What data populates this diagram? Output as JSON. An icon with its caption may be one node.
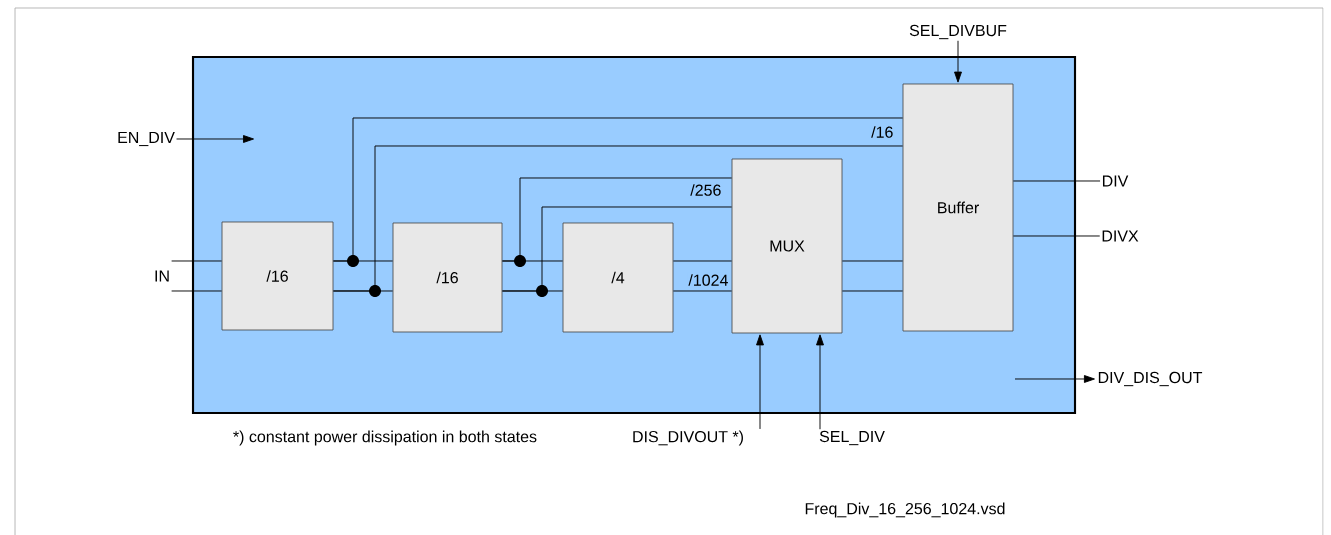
{
  "diagram": {
    "nodes": [
      {
        "text": [],
        "shape": "box"
      },
      {
        "text": [
          "/16"
        ],
        "in": 0
      },
      {
        "text": [
          "/16"
        ],
        "in": 0
      },
      {
        "text": [
          "/4"
        ],
        "in": 0
      },
      {
        "text": [
          "MUX"
        ],
        "in": 0
      },
      {
        "text": [
          "Buffer"
        ],
        "in": 0
      },
      {
        "text": [
          "IN"
        ]
      },
      {
        "text": [
          "EN_DIV"
        ]
      },
      {
        "text": [
          "SEL_DIVBUF"
        ]
      },
      {
        "text": [
          "DIV"
        ]
      },
      {
        "text": [
          "DIVX"
        ]
      },
      {
        "text": [
          "DIV_DIS_OUT"
        ]
      },
      {
        "text": [
          "DIS_DIVOUT *)"
        ]
      },
      {
        "text": [
          "SEL_DIV"
        ]
      }
    ],
    "edges": [
      {
        "from": 6,
        "to": 1,
        "arrow": "none"
      },
      {
        "from": 6,
        "to": 1,
        "arrow": "none"
      },
      {
        "from": 1,
        "to": 2,
        "arrow": "none"
      },
      {
        "from": 1,
        "to": 2,
        "arrow": "none"
      },
      {
        "from": 1,
        "to": 5,
        "arrow": "none"
      },
      {
        "from": 1,
        "to": 5,
        "arrow": "none",
        "label": "/16"
      },
      {
        "from": 2,
        "to": 3,
        "arrow": "none"
      },
      {
        "from": 2,
        "to": 3,
        "arrow": "none"
      },
      {
        "from": 2,
        "to": 4,
        "arrow": "none"
      },
      {
        "from": 2,
        "to": 4,
        "arrow": "none",
        "label": "/256"
      },
      {
        "from": 3,
        "to": 4,
        "arrow": "none"
      },
      {
        "from": 3,
        "to": 4,
        "arrow": "none",
        "label": "/1024"
      },
      {
        "from": 4,
        "to": 5,
        "arrow": "none"
      },
      {
        "from": 4,
        "to": 5,
        "arrow": "none"
      },
      {
        "from": 5,
        "to": 9,
        "arrow": "none"
      },
      {
        "from": 5,
        "to": 10,
        "arrow": "none"
      },
      {
        "from": 8,
        "to": 5,
        "arrow": "to"
      },
      {
        "from": 12,
        "to": 4,
        "arrow": "to"
      },
      {
        "from": 13,
        "to": 4,
        "arrow": "to"
      },
      {
        "from": 7,
        "to": null,
        "arrow": "to"
      },
      {
        "from": null,
        "to": 11,
        "arrow": "to"
      }
    ],
    "labels": [
      "*) constant power dissipation in both states",
      "Freq_Div_16_256_1024.vsd"
    ]
  }
}
